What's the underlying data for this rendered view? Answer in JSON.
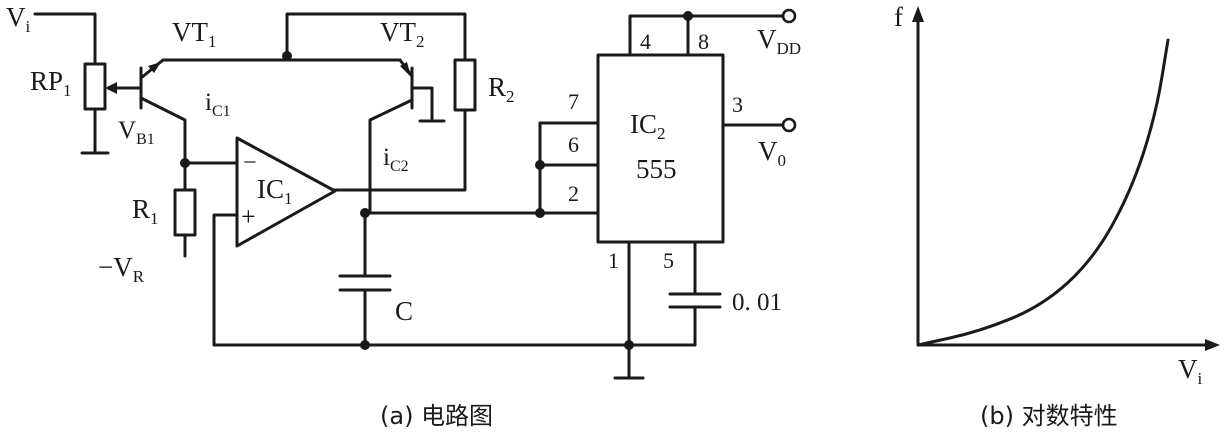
{
  "circuit": {
    "vi": "V",
    "vi_sub": "i",
    "vt1": "VT",
    "vt1_sub": "1",
    "vt2": "VT",
    "vt2_sub": "2",
    "rp1": "RP",
    "rp1_sub": "1",
    "vb1": "V",
    "vb1_sub": "B1",
    "ic1_current": "i",
    "ic1_current_sub": "C1",
    "ic2_current": "i",
    "ic2_current_sub": "C2",
    "r1": "R",
    "r1_sub": "1",
    "r2": "R",
    "r2_sub": "2",
    "neg_vr_prefix": "−V",
    "neg_vr_sub": "R",
    "opamp": "IC",
    "opamp_sub": "1",
    "opamp_minus": "−",
    "opamp_plus": "+",
    "cap_c": "C",
    "ic2_name": "IC",
    "ic2_name_sub": "2",
    "ic2_type": "555",
    "pin1": "1",
    "pin2": "2",
    "pin3": "3",
    "pin4": "4",
    "pin5": "5",
    "pin6": "6",
    "pin7": "7",
    "pin8": "8",
    "vdd": "V",
    "vdd_sub": "DD",
    "vo": "V",
    "vo_sub": "0",
    "cap_value": "0. 01",
    "caption": "(a) 电路图"
  },
  "graph": {
    "y_label": "f",
    "x_label": "V",
    "x_label_sub": "i",
    "caption": "(b) 对数特性"
  },
  "chart_data": {
    "type": "line",
    "title": "",
    "xlabel": "Vi",
    "ylabel": "f",
    "series": [
      {
        "values": [
          [
            0,
            0
          ],
          [
            0.25,
            0.045
          ],
          [
            0.5,
            0.13
          ],
          [
            0.7,
            0.28
          ],
          [
            0.85,
            0.5
          ],
          [
            0.95,
            0.75
          ],
          [
            1.0,
            1.0
          ]
        ]
      }
    ],
    "grid": false
  }
}
